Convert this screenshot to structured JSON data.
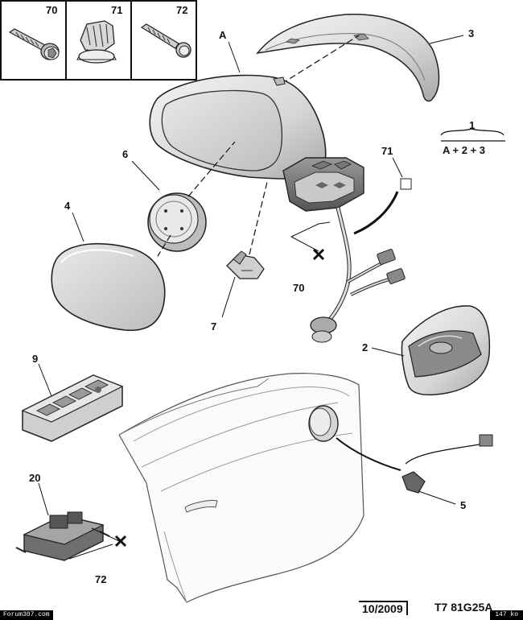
{
  "fasteners": {
    "box_70": "70",
    "box_71": "71",
    "box_72": "72"
  },
  "callouts": {
    "a": "A",
    "p3": "3",
    "p1": "1",
    "formula": "A + 2 + 3",
    "p6": "6",
    "p4": "4",
    "p71": "71",
    "p70": "70",
    "p7": "7",
    "p2": "2",
    "p9": "9",
    "p20": "20",
    "p72": "72",
    "p5": "5"
  },
  "footer": {
    "date": "10/2009",
    "ref": "T7 81G25A",
    "watermark": "Forum307.com",
    "filesize": "147 ko"
  }
}
